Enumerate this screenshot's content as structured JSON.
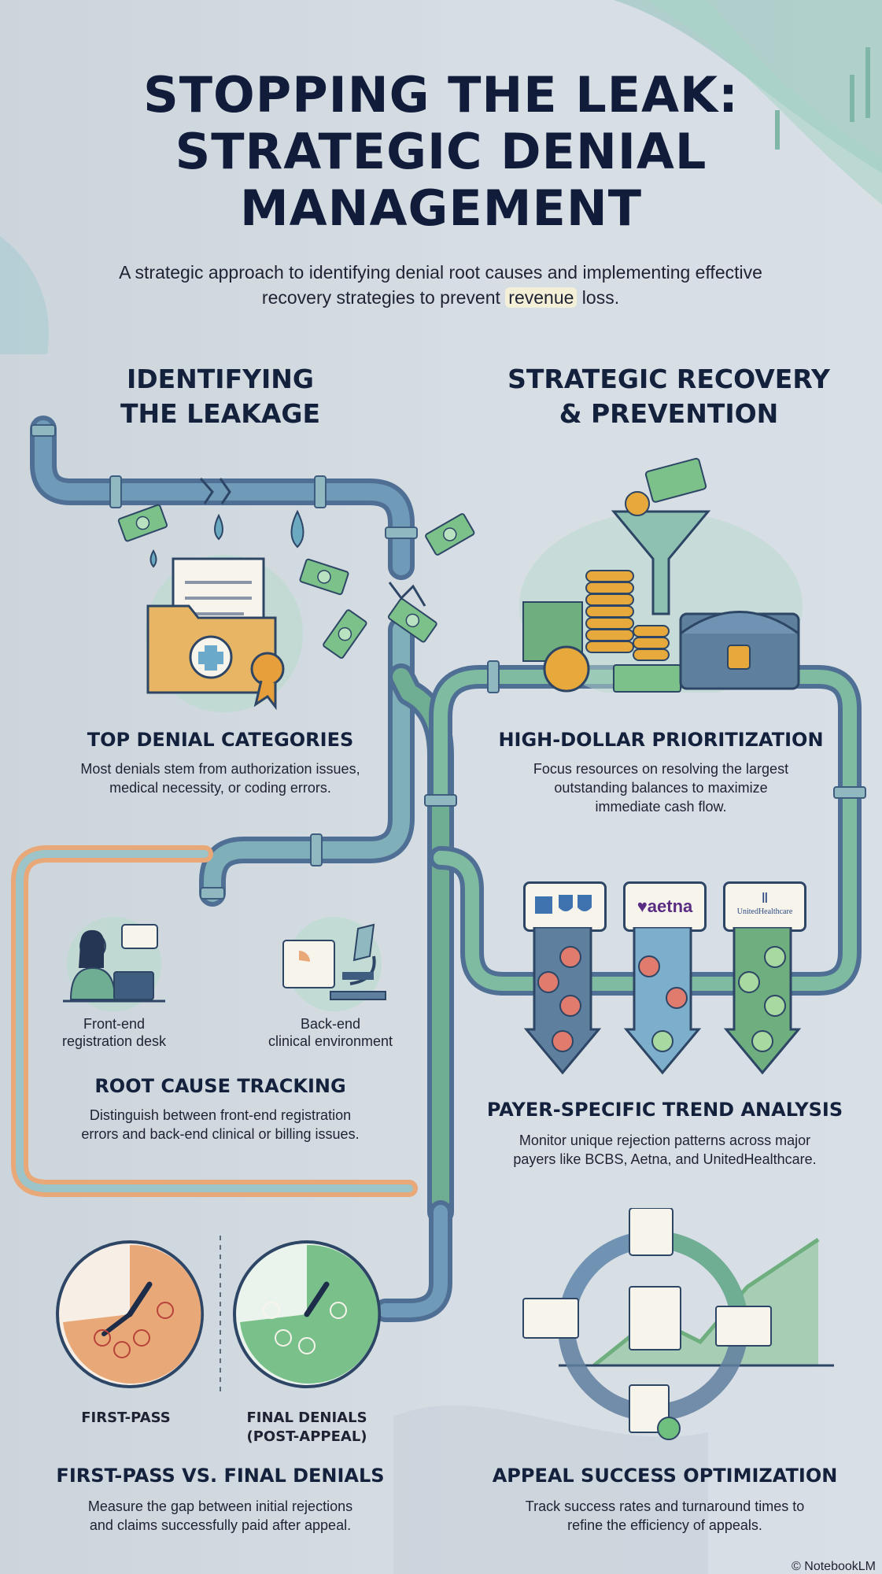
{
  "title": {
    "line1": "STOPPING THE LEAK:",
    "line2": "STRATEGIC DENIAL",
    "line3": "MANAGEMENT"
  },
  "subtitle": {
    "part1": "A strategic approach to identifying denial root causes and implementing effective recovery strategies to prevent ",
    "highlight": "revenue",
    "part2": " loss."
  },
  "left_column": {
    "heading_line1": "IDENTIFYING",
    "heading_line2": "THE LEAKAGE"
  },
  "right_column": {
    "heading_line1": "STRATEGIC RECOVERY",
    "heading_line2": "& PREVENTION"
  },
  "sections": {
    "top_denial": {
      "title": "TOP DENIAL CATEGORIES",
      "body_line1": "Most denials stem from authorization issues,",
      "body_line2": "medical necessity, or coding errors."
    },
    "high_dollar": {
      "title": "HIGH-DOLLAR PRIORITIZATION",
      "body_line1": "Focus resources on resolving the largest",
      "body_line2": "outstanding balances to maximize",
      "body_line3": "immediate cash flow."
    },
    "root_cause": {
      "title": "ROOT CAUSE TRACKING",
      "label_front_1": "Front-end",
      "label_front_2": "registration desk",
      "label_back_1": "Back-end",
      "label_back_2": "clinical environment",
      "body_line1": "Distinguish between front-end registration",
      "body_line2": "errors and back-end clinical or billing issues."
    },
    "payer_trend": {
      "title": "PAYER-SPECIFIC TREND ANALYSIS",
      "payer_1": "BCBS",
      "payer_2": "♥aetna",
      "payer_3": "UnitedHealthcare",
      "body_line1": "Monitor unique rejection patterns across major",
      "body_line2": "payers like BCBS, Aetna, and UnitedHealthcare."
    },
    "first_pass": {
      "title": "FIRST-PASS VS. FINAL DENIALS",
      "label_left": "FIRST-PASS",
      "label_right_1": "FINAL DENIALS",
      "label_right_2": "(POST-APPEAL)",
      "body_line1": "Measure the gap between initial rejections",
      "body_line2": "and claims successfully paid after appeal."
    },
    "appeal": {
      "title": "APPEAL SUCCESS OPTIMIZATION",
      "body_line1": "Track success rates and turnaround times to",
      "body_line2": "refine the efficiency of appeals."
    }
  },
  "footer": "© NotebookLM",
  "colors": {
    "navy": "#14213d",
    "pipe_blue": "#5b7fa3",
    "pipe_green": "#6fae93",
    "orange": "#e9a878",
    "money_green": "#6fbf7f",
    "gold": "#e7a93b"
  },
  "icons": [
    "pipe-icon",
    "money-icon",
    "folder-medical-icon",
    "coins-icon",
    "funnel-icon",
    "chest-icon",
    "receptionist-icon",
    "microscope-icon",
    "gauge-icon",
    "cycle-icon",
    "x-mark-icon",
    "check-mark-icon"
  ]
}
